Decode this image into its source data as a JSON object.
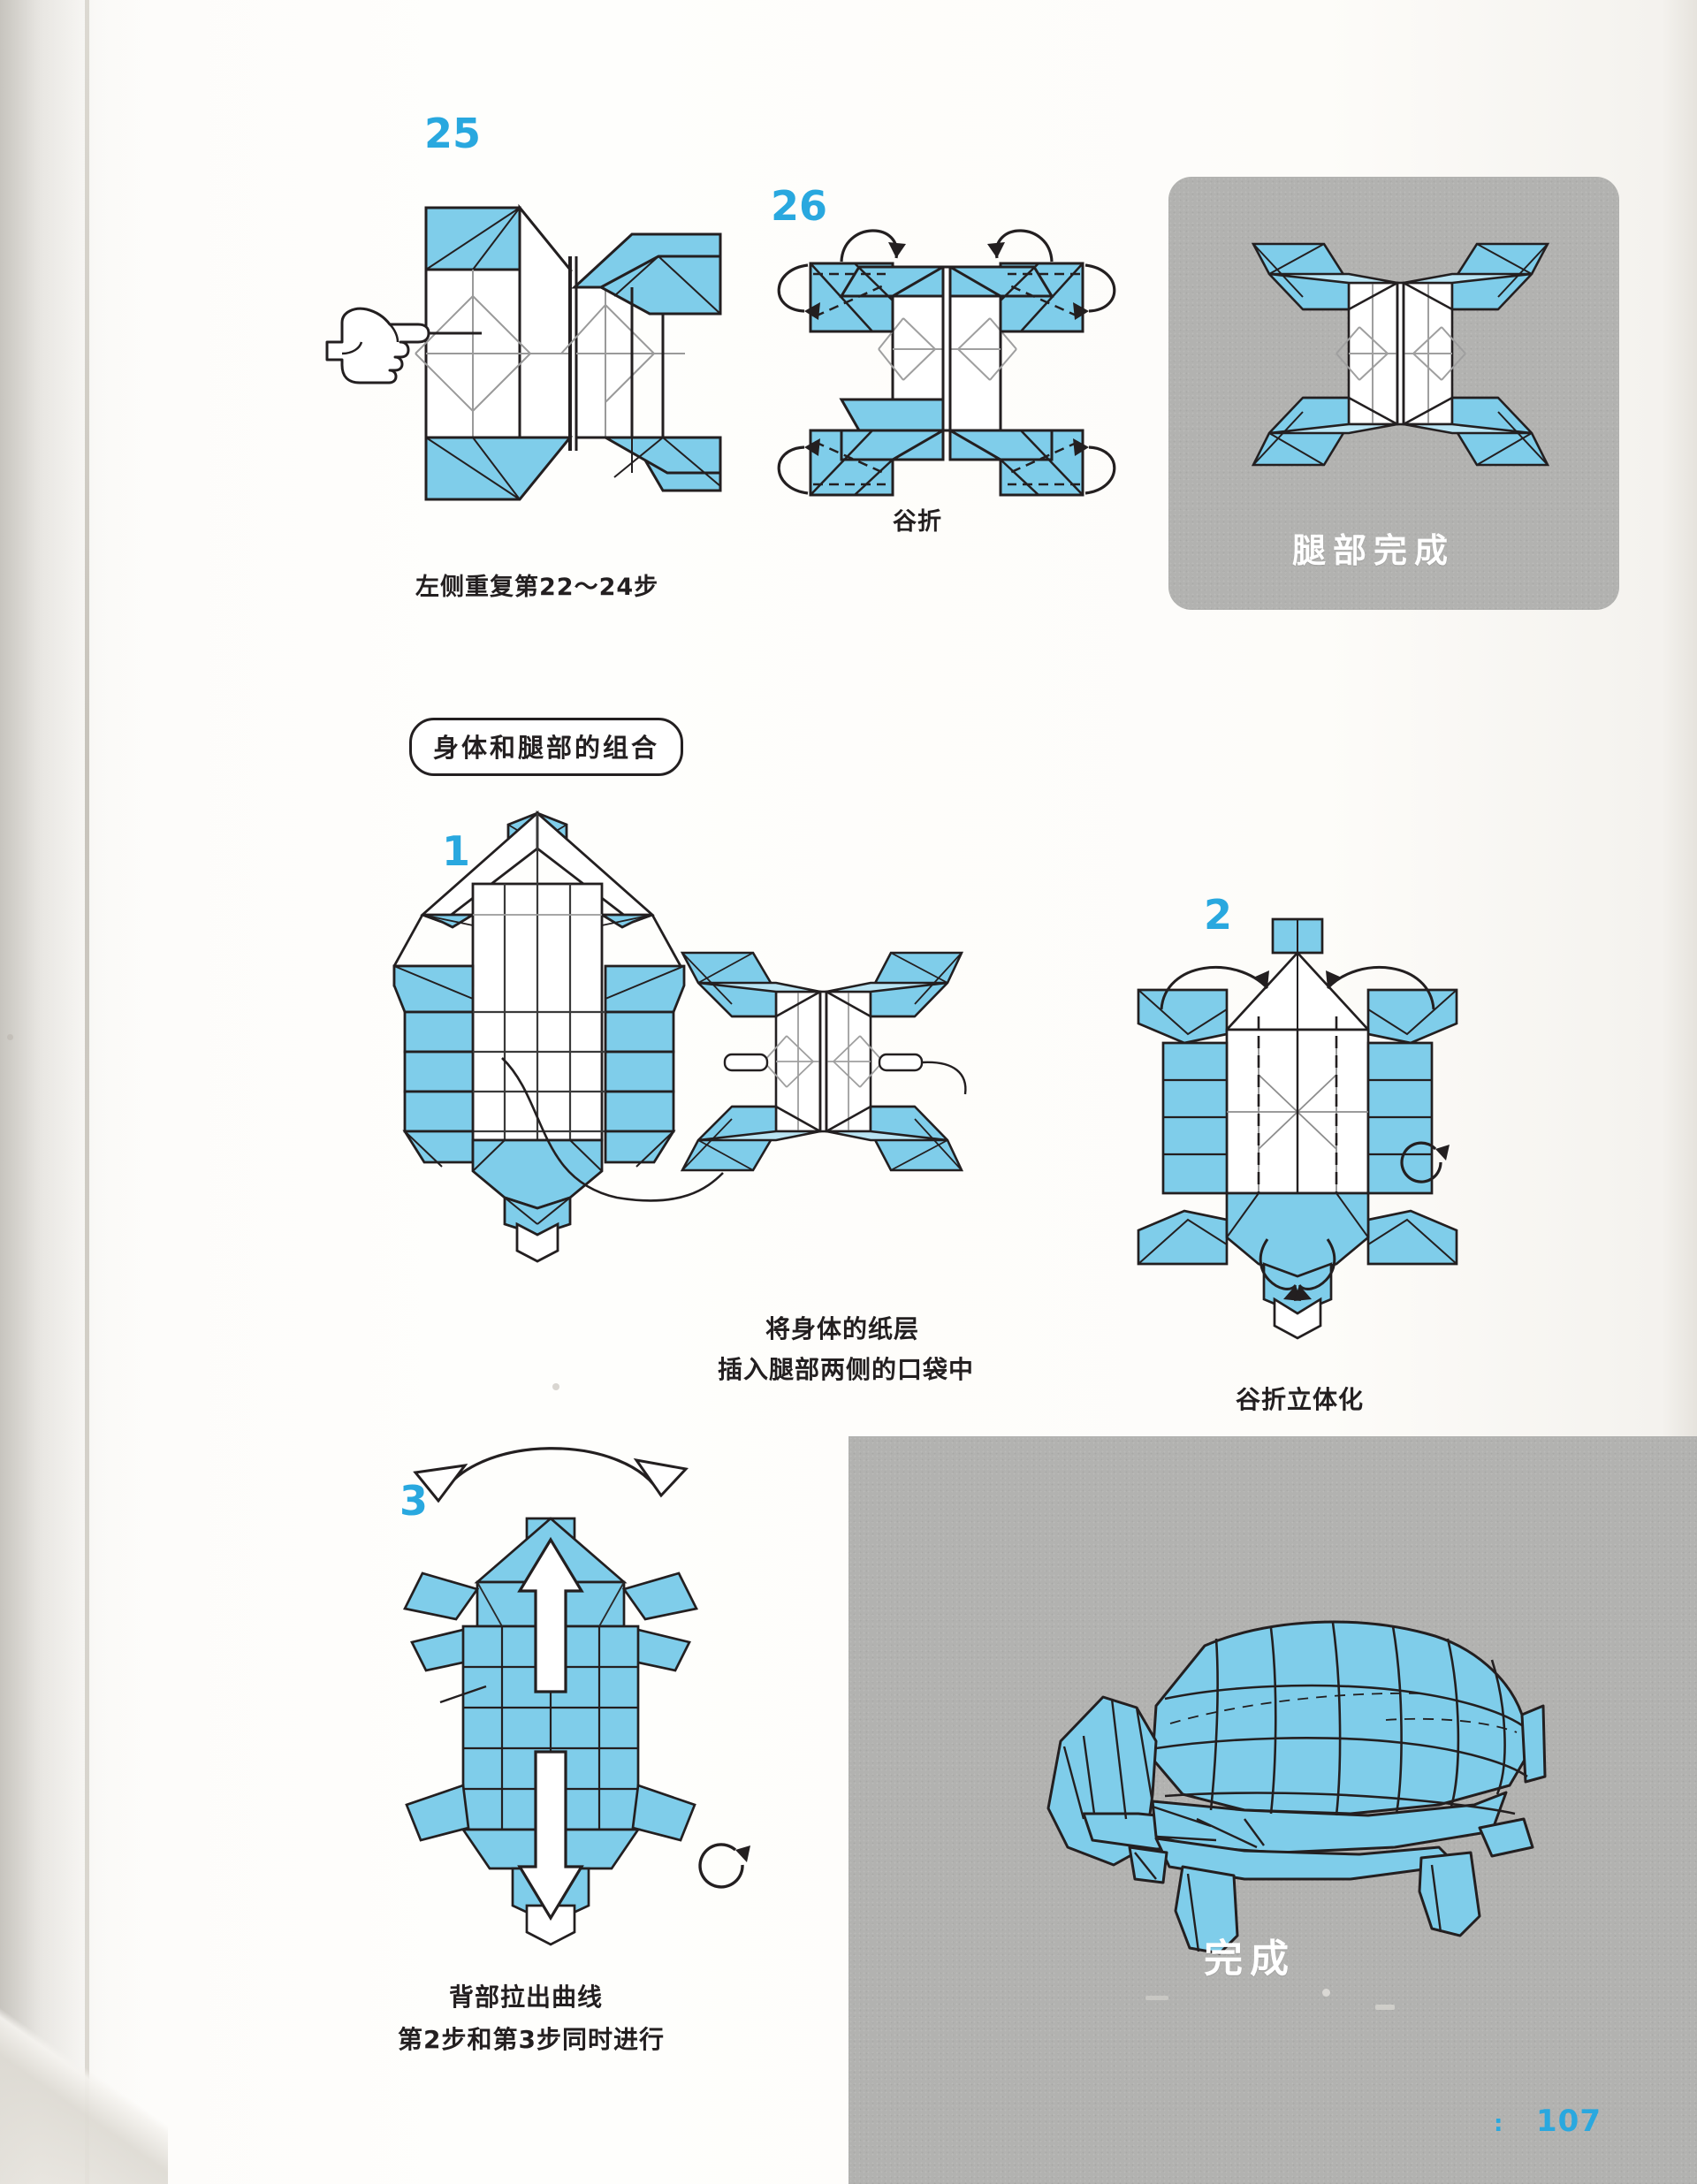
{
  "page": {
    "number": "107",
    "number_prefix": ":",
    "accent_color": "#29A8DF",
    "paper_color": "#7FCDEA",
    "ink_color": "#231f20",
    "panel_gray": "#b2b2b0"
  },
  "steps": [
    {
      "id": "step-25",
      "number": "25",
      "caption": "左侧重复第22～24步",
      "caption_lines": [
        "左侧重复第22～24步"
      ]
    },
    {
      "id": "step-26",
      "number": "26",
      "caption": "谷折",
      "caption_lines": [
        "谷折"
      ]
    }
  ],
  "legs_result_panel": {
    "label": "腿部完成"
  },
  "section_header": {
    "label": "身体和腿部的组合"
  },
  "assembly_steps": [
    {
      "id": "assembly-step-1",
      "number": "1",
      "caption_lines": [
        "将身体的纸层",
        "插入腿部两侧的口袋中"
      ]
    },
    {
      "id": "assembly-step-2",
      "number": "2",
      "caption_lines": [
        "谷折立体化"
      ]
    },
    {
      "id": "assembly-step-3",
      "number": "3",
      "caption_lines": [
        "背部拉出曲线",
        "第2步和第3步同时进行"
      ]
    }
  ],
  "final_panel": {
    "label": "完成"
  }
}
